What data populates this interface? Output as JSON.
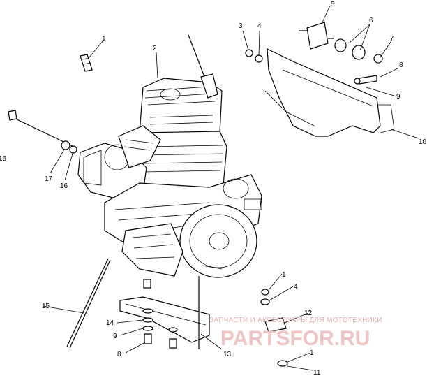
{
  "callouts": [
    {
      "id": "c1a",
      "text": "1"
    },
    {
      "id": "c2",
      "text": "2"
    },
    {
      "id": "c3",
      "text": "3"
    },
    {
      "id": "c4a",
      "text": "4"
    },
    {
      "id": "c5",
      "text": "5"
    },
    {
      "id": "c6",
      "text": "6"
    },
    {
      "id": "c7",
      "text": "7"
    },
    {
      "id": "c8a",
      "text": "8"
    },
    {
      "id": "c9a",
      "text": "9"
    },
    {
      "id": "c10",
      "text": "10"
    },
    {
      "id": "c16a",
      "text": "16"
    },
    {
      "id": "c17",
      "text": "17"
    },
    {
      "id": "c16b",
      "text": "16"
    },
    {
      "id": "c15",
      "text": "15"
    },
    {
      "id": "c14",
      "text": "14"
    },
    {
      "id": "c9b",
      "text": "9"
    },
    {
      "id": "c8b",
      "text": "8"
    },
    {
      "id": "c13",
      "text": "13"
    },
    {
      "id": "c1b",
      "text": "1"
    },
    {
      "id": "c4b",
      "text": "4"
    },
    {
      "id": "c12",
      "text": "12"
    },
    {
      "id": "c1c",
      "text": "1"
    },
    {
      "id": "c11",
      "text": "11"
    }
  ],
  "watermark": {
    "line1": "ЗАПЧАСТИ И АКСЕССУАРЫ ДЛЯ МОТОТЕХНИКИ",
    "line2": "PARTSFOR.RU"
  }
}
